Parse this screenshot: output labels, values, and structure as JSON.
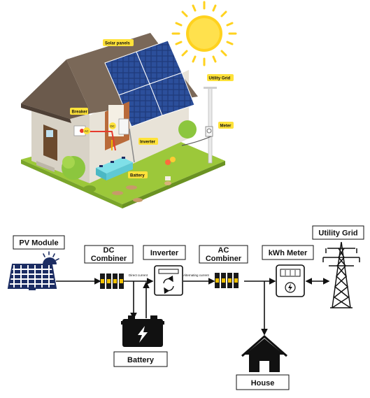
{
  "illustration": {
    "labels": {
      "solar_panels": "Solar panels",
      "utility_grid": "Utility Grid",
      "breaker": "Breaker",
      "meter": "Meter",
      "inverter": "Inverter",
      "battery": "Battery",
      "dc": "DC",
      "ac": "AC"
    },
    "colors": {
      "tag_bg": "#ffe23a",
      "sun": "#ffd21e",
      "grass": "#9cc83a",
      "roof": "#6b5a4c",
      "panel": "#1c2d63"
    }
  },
  "schematic": {
    "pv_module": "PV Module",
    "dc_combiner_line1": "DC",
    "dc_combiner_line2": "Combiner",
    "inverter": "Inverter",
    "ac_combiner_line1": "AC",
    "ac_combiner_line2": "Combiner",
    "kwh_meter": "kWh Meter",
    "utility_grid": "Utility Grid",
    "battery": "Battery",
    "house": "House",
    "direct_current": "Direct current",
    "alternating_current": "Alternating current"
  }
}
